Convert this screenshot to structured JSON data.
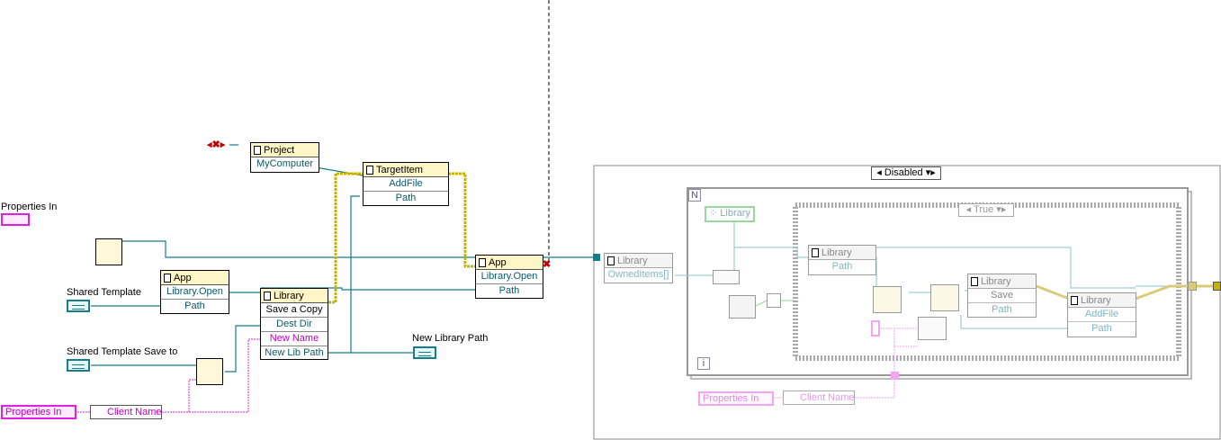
{
  "labels": {
    "properties_in": "Properties In",
    "shared_template": "Shared Template",
    "shared_template_save_to": "Shared Template Save to",
    "new_library_path": "New Library Path"
  },
  "nodes": {
    "project": {
      "class": "Project",
      "rows": [
        "MyComputer"
      ]
    },
    "target_item": {
      "class": "TargetItem",
      "rows": [
        "AddFile",
        "Path"
      ]
    },
    "app1": {
      "class": "App",
      "rows": [
        "Library.Open",
        "Path"
      ]
    },
    "library1": {
      "class": "Library",
      "rows": [
        "Save a Copy",
        "Dest Dir",
        "New Name",
        "New Lib Path"
      ]
    },
    "app2": {
      "class": "App",
      "rows": [
        "Library.Open",
        "Path"
      ]
    }
  },
  "bottom_left": {
    "properties_in_label": "Properties In",
    "client_name": "Client Name"
  },
  "disabled_structure": {
    "selector": "Disabled",
    "loop_count": "N",
    "loop_index": "i",
    "library_const": "Library",
    "owned_items_class": "Library",
    "owned_items_row": "OwnedItems[]",
    "inner_case_selector": "True",
    "inner_library_class": "Library",
    "inner_library_row": "Path",
    "save_class": "Library",
    "save_rows": [
      "Save",
      "Path"
    ],
    "addfile_class": "Library",
    "addfile_rows": [
      "AddFile",
      "Path"
    ],
    "properties_in_label": "Properties In",
    "client_name": "Client Name"
  },
  "colors": {
    "refnum_wire": "#157e8a",
    "cluster_wire": "#e020e0",
    "error_wire": "#b8a600",
    "node_header": "#fff6c8"
  }
}
